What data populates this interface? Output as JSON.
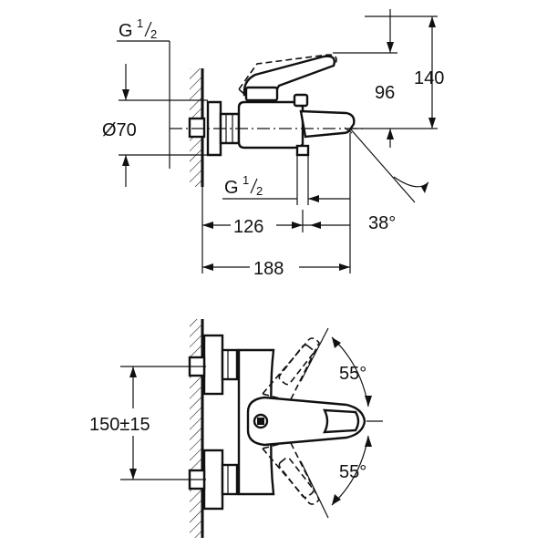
{
  "labels": {
    "thread_top": {
      "base": "G",
      "num": "1",
      "den": "2"
    },
    "thread_bottom": {
      "base": "G",
      "num": "1",
      "den": "2"
    },
    "diameter": "Ø70",
    "dim_96": "96",
    "dim_140": "140",
    "dim_126": "126",
    "dim_188": "188",
    "angle_38": "38°",
    "dim_150": "150±15",
    "angle_55_top": "55°",
    "angle_55_bottom": "55°"
  }
}
